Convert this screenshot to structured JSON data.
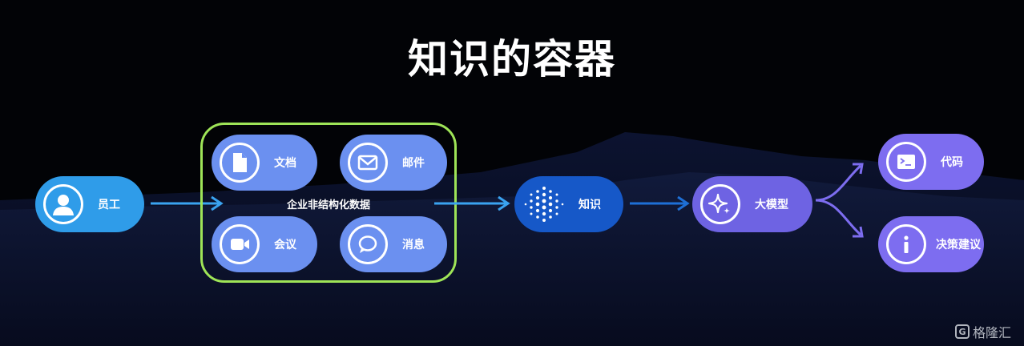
{
  "title": "知识的容器",
  "nodes": {
    "employee": {
      "label": "员工",
      "icon": "user-icon"
    },
    "docs": {
      "label": "文档",
      "icon": "document-icon"
    },
    "mail": {
      "label": "邮件",
      "icon": "mail-icon"
    },
    "meeting": {
      "label": "会议",
      "icon": "video-icon"
    },
    "message": {
      "label": "消息",
      "icon": "chat-bubble-icon"
    },
    "knowledge": {
      "label": "知识",
      "icon": "dot-sphere-icon"
    },
    "llm": {
      "label": "大模型",
      "icon": "sparkle-icon"
    },
    "code": {
      "label": "代码",
      "icon": "terminal-icon"
    },
    "decision": {
      "label": "决策建议",
      "icon": "info-icon"
    }
  },
  "group_label": "企业非结构化数据",
  "watermark": {
    "text": "格隆汇",
    "logo": "G"
  },
  "colors": {
    "employee": "#2f9ce9",
    "data_pills": "#6b90f0",
    "group_border": "#9ee457",
    "knowledge": "#1658c8",
    "llm": "#6e63e3",
    "outputs": "#7d6df0",
    "arrow": "#3aa3f0"
  }
}
